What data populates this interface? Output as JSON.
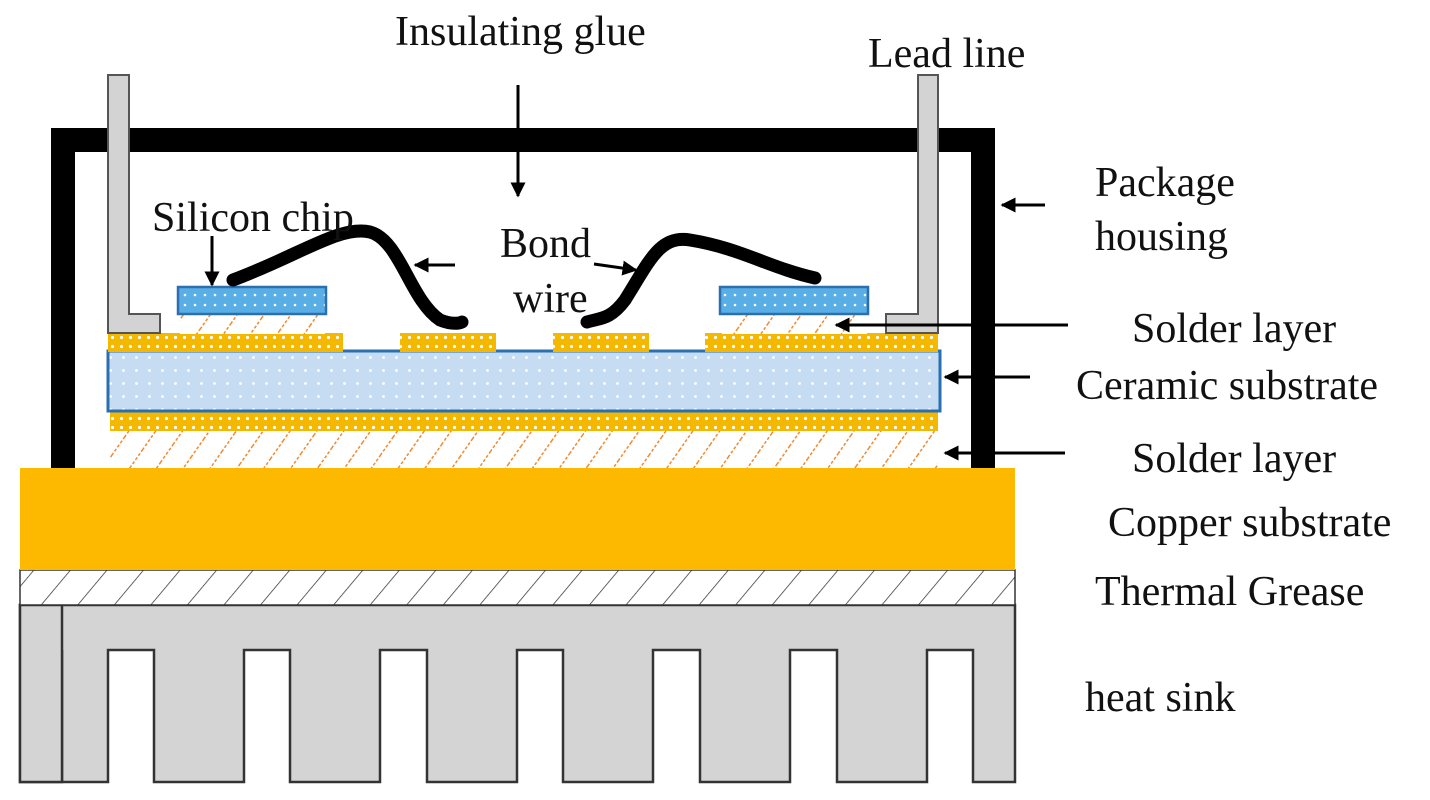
{
  "labels": {
    "insulating_glue": "Insulating glue",
    "lead_line": "Lead line",
    "package_housing_line1": "Package",
    "package_housing_line2": "housing",
    "silicon_chip": "Silicon chip",
    "bond_wire_line1": "Bond",
    "bond_wire_line2": "wire",
    "solder_layer_top": "Solder layer",
    "ceramic_substrate": "Ceramic substrate",
    "solder_layer_bottom": "Solder layer",
    "copper_substrate": "Copper substrate",
    "thermal_grease": "Thermal Grease",
    "heat_sink": "heat sink"
  },
  "colors": {
    "housing": "#000000",
    "lead": "#d3d3d3",
    "lead_stroke": "#555555",
    "chip": "#5aaee6",
    "chip_stroke": "#2a6fb0",
    "solder": "#f5b800",
    "solder_dot": "#ffffff",
    "solder_hatch": "#f08a30",
    "ceramic": "#c5dcf2",
    "ceramic_stroke": "#2a6fb0",
    "copper": "#fdb900",
    "heatsink": "#d4d4d4",
    "heatsink_stroke": "#333333",
    "grease_hatch": "#333333",
    "arrow": "#000000"
  }
}
